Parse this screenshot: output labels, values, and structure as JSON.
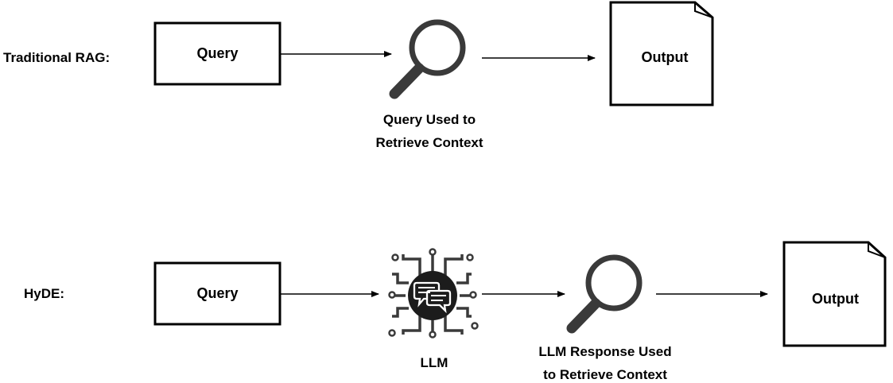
{
  "row_traditional": {
    "row_label": "Traditional RAG:",
    "query_box": "Query",
    "search_caption": [
      "Query Used to",
      "Retrieve Context"
    ],
    "output_box": "Output"
  },
  "row_hyde": {
    "row_label": "HyDE:",
    "query_box": "Query",
    "llm_caption": "LLM",
    "search_caption": [
      "LLM Response Used",
      "to Retrieve Context"
    ],
    "output_box": "Output"
  },
  "icons": {
    "search": "magnifying-glass-icon",
    "llm": "llm-chip-chat-icon",
    "document": "dog-eared-document-icon"
  },
  "colors": {
    "stroke": "#000000",
    "icon_fill": "#3a3a3a",
    "background": "#ffffff"
  }
}
